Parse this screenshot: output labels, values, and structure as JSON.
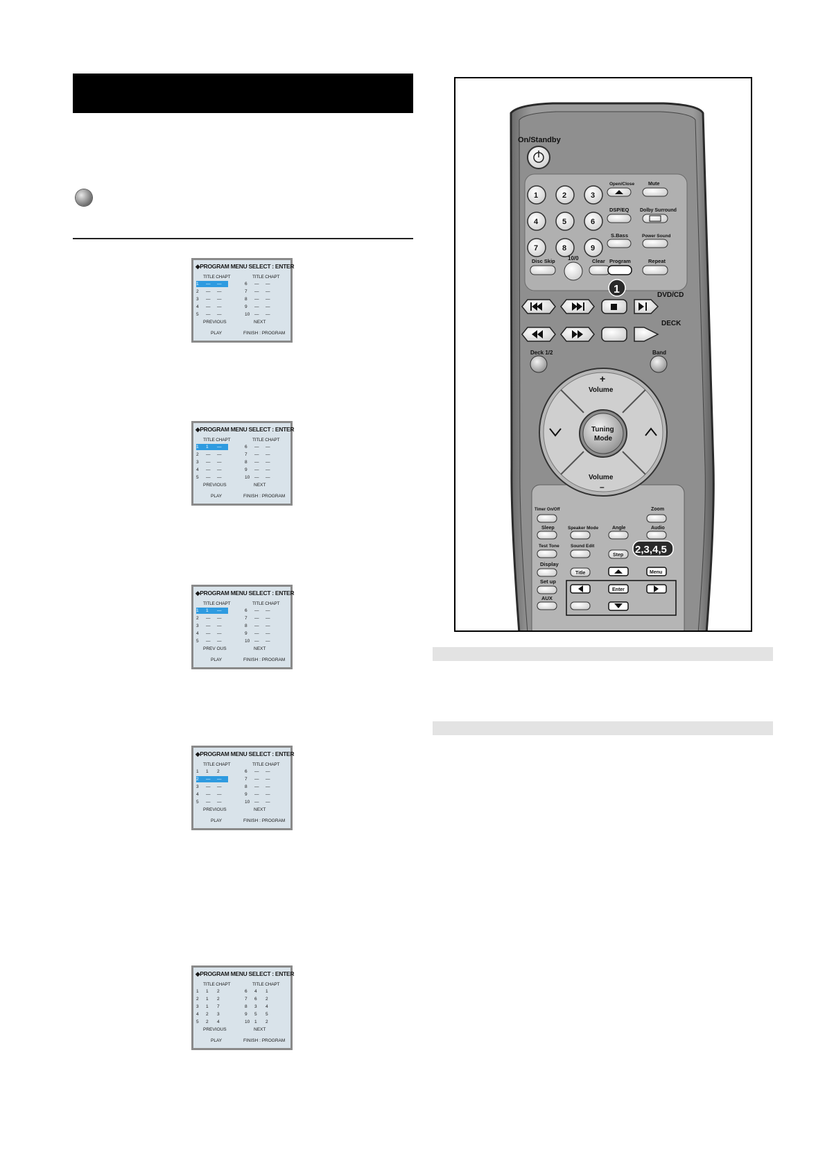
{
  "osd_screens": [
    {
      "header": "◆PROGRAM MENU  SELECT : ENTER",
      "col_header": "TITLE CHAPT",
      "left_rows": [
        [
          "1",
          "—",
          "—"
        ],
        [
          "2",
          "—",
          "—"
        ],
        [
          "3",
          "—",
          "—"
        ],
        [
          "4",
          "—",
          "—"
        ],
        [
          "5",
          "—",
          "—"
        ]
      ],
      "right_rows": [
        [
          "6",
          "—",
          "—"
        ],
        [
          "7",
          "—",
          "—"
        ],
        [
          "8",
          "—",
          "—"
        ],
        [
          "9",
          "—",
          "—"
        ],
        [
          "10",
          "—",
          "—"
        ]
      ],
      "previous": "PREVIOUS",
      "next": "NEXT",
      "play": "PLAY",
      "finish": "FINISH : PROGRAM"
    },
    {
      "header": "◆PROGRAM MENU  SELECT : ENTER",
      "col_header": "TITLE CHAPT",
      "left_rows": [
        [
          "1",
          "1",
          "—"
        ],
        [
          "2",
          "—",
          "—"
        ],
        [
          "3",
          "—",
          "—"
        ],
        [
          "4",
          "—",
          "—"
        ],
        [
          "5",
          "—",
          "—"
        ]
      ],
      "right_rows": [
        [
          "6",
          "—",
          "—"
        ],
        [
          "7",
          "—",
          "—"
        ],
        [
          "8",
          "—",
          "—"
        ],
        [
          "9",
          "—",
          "—"
        ],
        [
          "10",
          "—",
          "—"
        ]
      ],
      "previous": "PREVIOUS",
      "next": "NEXT",
      "play": "PLAY",
      "finish": "FINISH : PROGRAM"
    },
    {
      "header": "◆PROGRAM MENU  SELECT : ENTER",
      "col_header": "TITLE CHAPT",
      "left_rows": [
        [
          "1",
          "1",
          "—"
        ],
        [
          "2",
          "—",
          "—"
        ],
        [
          "3",
          "—",
          "—"
        ],
        [
          "4",
          "—",
          "—"
        ],
        [
          "5",
          "—",
          "—"
        ]
      ],
      "right_rows": [
        [
          "6",
          "—",
          "—"
        ],
        [
          "7",
          "—",
          "—"
        ],
        [
          "8",
          "—",
          "—"
        ],
        [
          "9",
          "—",
          "—"
        ],
        [
          "10",
          "—",
          "—"
        ]
      ],
      "previous": "PREV OUS",
      "next": "NEXT",
      "play": "PLAY",
      "finish": "FINISH : PROGRAM"
    },
    {
      "header": "◆PROGRAM MENU  SELECT : ENTER",
      "col_header": "TITLE CHAPT",
      "left_rows": [
        [
          "1",
          "1",
          "2"
        ],
        [
          "2",
          "—",
          "—"
        ],
        [
          "3",
          "—",
          "—"
        ],
        [
          "4",
          "—",
          "—"
        ],
        [
          "5",
          "—",
          "—"
        ]
      ],
      "right_rows": [
        [
          "6",
          "—",
          "—"
        ],
        [
          "7",
          "—",
          "—"
        ],
        [
          "8",
          "—",
          "—"
        ],
        [
          "9",
          "—",
          "—"
        ],
        [
          "10",
          "—",
          "—"
        ]
      ],
      "previous": "PREVIOUS",
      "next": "NEXT",
      "play": "PLAY",
      "finish": "FINISH : PROGRAM"
    },
    {
      "header": "◆PROGRAM MENU  SELECT : ENTER",
      "col_header": "TITLE CHAPT",
      "left_rows": [
        [
          "1",
          "1",
          "2"
        ],
        [
          "2",
          "1",
          "2"
        ],
        [
          "3",
          "1",
          "7"
        ],
        [
          "4",
          "2",
          "3"
        ],
        [
          "5",
          "2",
          "4"
        ]
      ],
      "right_rows": [
        [
          "6",
          "4",
          "1"
        ],
        [
          "7",
          "6",
          "2"
        ],
        [
          "8",
          "3",
          "4"
        ],
        [
          "9",
          "5",
          "5"
        ],
        [
          "10",
          "1",
          "2"
        ]
      ],
      "previous": "PREVIOUS",
      "next": "NEXT",
      "play": "PLAY",
      "finish": "FINISH : PROGRAM"
    }
  ],
  "remote": {
    "on_standby": "On/Standby",
    "digits": [
      "1",
      "2",
      "3",
      "4",
      "5",
      "6",
      "7",
      "8",
      "9"
    ],
    "ten_zero": "10/0",
    "open_close": "Open/Close",
    "mute": "Mute",
    "dsp_eq": "DSP/EQ",
    "dolby_surround": "Dolby Surround",
    "s_bass": "S.Bass",
    "power_sound": "Power Sound",
    "disc_skip": "Disc Skip",
    "clear": "Clear",
    "program": "Program",
    "repeat": "Repeat",
    "callout_1": "1",
    "dvd_cd": "DVD/CD",
    "deck": "DECK",
    "deck_12": "Deck 1/2",
    "band": "Band",
    "volume_plus": "+",
    "volume_up": "Volume",
    "tuning": "Tuning",
    "mode": "Mode",
    "volume_down": "Volume",
    "volume_minus": "–",
    "timer": "Timer On/Off",
    "zoom": "Zoom",
    "sleep": "Sleep",
    "speaker_mode": "Speaker Mode",
    "angle": "Angle",
    "audio": "Audio",
    "test_tone": "Test Tone",
    "sound_edit": "Sound Edit",
    "step": "Step",
    "callout_2345": "2,3,4,5",
    "display": "Display",
    "title": "Title",
    "menu": "Menu",
    "setup": "Set up",
    "enter": "Enter",
    "aux": "AUX"
  }
}
